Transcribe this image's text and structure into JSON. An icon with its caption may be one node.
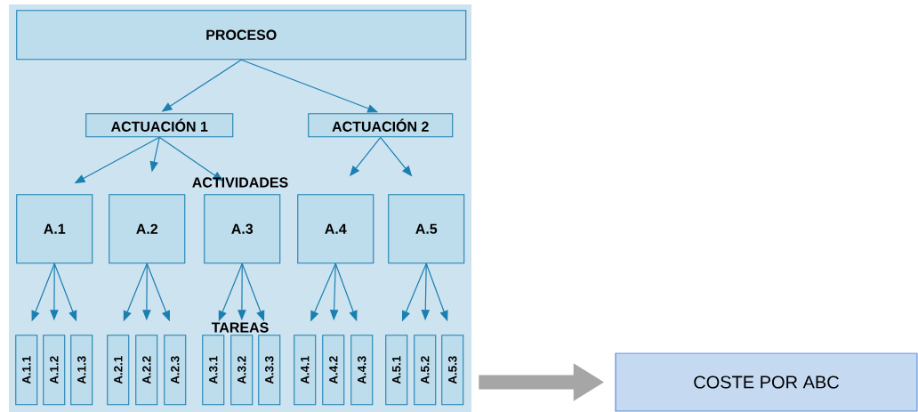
{
  "diagram": {
    "nodes": [
      {
        "text": [],
        "shape": "box"
      },
      {
        "text": [
          "PROCESO"
        ],
        "in": 0
      },
      {
        "text": [
          "ACTUACIÓN 1"
        ],
        "in": 0
      },
      {
        "text": [
          "ACTUACIÓN 2"
        ],
        "in": 0
      },
      {
        "text": [
          "A.1"
        ],
        "in": 0
      },
      {
        "text": [
          "A.2"
        ],
        "in": 0
      },
      {
        "text": [
          "A.3"
        ],
        "in": 0
      },
      {
        "text": [
          "A.4"
        ],
        "in": 0
      },
      {
        "text": [
          "A.5"
        ],
        "in": 0
      },
      {
        "text": [
          "A.1.1"
        ],
        "in": 0
      },
      {
        "text": [
          "A.1.2"
        ],
        "in": 0
      },
      {
        "text": [
          "A.1.3"
        ],
        "in": 0
      },
      {
        "text": [
          "A.2.1"
        ],
        "in": 0
      },
      {
        "text": [
          "A.2.2"
        ],
        "in": 0
      },
      {
        "text": [
          "A.2.3"
        ],
        "in": 0
      },
      {
        "text": [
          "A.3.1"
        ],
        "in": 0
      },
      {
        "text": [
          "A.3.2"
        ],
        "in": 0
      },
      {
        "text": [
          "A.3.3"
        ],
        "in": 0
      },
      {
        "text": [
          "A.4.1"
        ],
        "in": 0
      },
      {
        "text": [
          "A.4.2"
        ],
        "in": 0
      },
      {
        "text": [
          "A.4.3"
        ],
        "in": 0
      },
      {
        "text": [
          "A.5.1"
        ],
        "in": 0
      },
      {
        "text": [
          "A.5.2"
        ],
        "in": 0
      },
      {
        "text": [
          "A.5.3"
        ],
        "in": 0
      },
      {
        "text": [
          "COSTE POR ABC"
        ]
      }
    ],
    "edges": [
      {
        "from": 1,
        "to": 2,
        "arrow": "to"
      },
      {
        "from": 1,
        "to": 3,
        "arrow": "to"
      },
      {
        "from": 2,
        "to": 4,
        "arrow": "to"
      },
      {
        "from": 2,
        "to": 5,
        "arrow": "to"
      },
      {
        "from": 2,
        "to": 6,
        "arrow": "to"
      },
      {
        "from": 3,
        "to": 7,
        "arrow": "to"
      },
      {
        "from": 3,
        "to": 8,
        "arrow": "to"
      },
      {
        "from": 4,
        "to": 9,
        "arrow": "to"
      },
      {
        "from": 4,
        "to": 10,
        "arrow": "to"
      },
      {
        "from": 4,
        "to": 11,
        "arrow": "to"
      },
      {
        "from": 5,
        "to": 12,
        "arrow": "to"
      },
      {
        "from": 5,
        "to": 13,
        "arrow": "to"
      },
      {
        "from": 5,
        "to": 14,
        "arrow": "to"
      },
      {
        "from": 6,
        "to": 15,
        "arrow": "to"
      },
      {
        "from": 6,
        "to": 16,
        "arrow": "to"
      },
      {
        "from": 6,
        "to": 17,
        "arrow": "to"
      },
      {
        "from": 7,
        "to": 18,
        "arrow": "to"
      },
      {
        "from": 7,
        "to": 19,
        "arrow": "to"
      },
      {
        "from": 7,
        "to": 20,
        "arrow": "to"
      },
      {
        "from": 8,
        "to": 21,
        "arrow": "to"
      },
      {
        "from": 8,
        "to": 22,
        "arrow": "to"
      },
      {
        "from": 8,
        "to": 23,
        "arrow": "to"
      },
      {
        "from": 0,
        "to": 24,
        "arrow": "to",
        "style": "thick",
        "color": "#a6a6a6"
      }
    ],
    "labels": [
      "ACTIVIDADES",
      "TAREAS"
    ]
  }
}
